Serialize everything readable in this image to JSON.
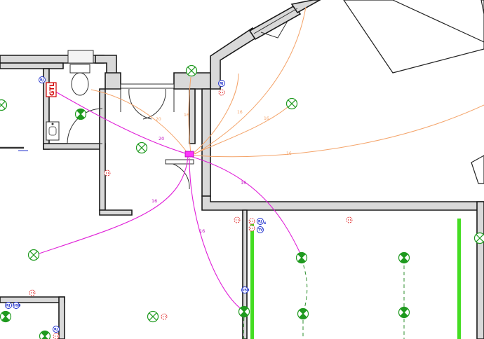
{
  "labels": {
    "gtl": "GTL",
    "rj": "RJ",
    "usb": "USB",
    "tv": "TV",
    "rj_suffix": "4",
    "circuit_orange_a": "20",
    "circuit_orange_b": "16",
    "circuit_orange_c": "16",
    "circuit_orange_d": "16",
    "circuit_orange_e": "16",
    "circuit_pink_a": "20",
    "circuit_pink_b": "16",
    "circuit_pink_c": "16",
    "circuit_pink_d": "16"
  },
  "colors": {
    "orange_circuit": "#f4a46a",
    "pink_circuit": "#e020d8",
    "light_point": "#1f9a1f",
    "outlet": "#e03030",
    "data_outlet": "#1a2ccc",
    "strip_light": "#44dd22",
    "junction": "#ff33ff"
  },
  "icons": [
    "ceiling-light-icon",
    "wall-light-icon",
    "socket-icon",
    "rj45-icon",
    "tv-icon",
    "usb-icon",
    "junction-box-icon",
    "toilet-icon",
    "sink-icon",
    "radiator-icon"
  ]
}
